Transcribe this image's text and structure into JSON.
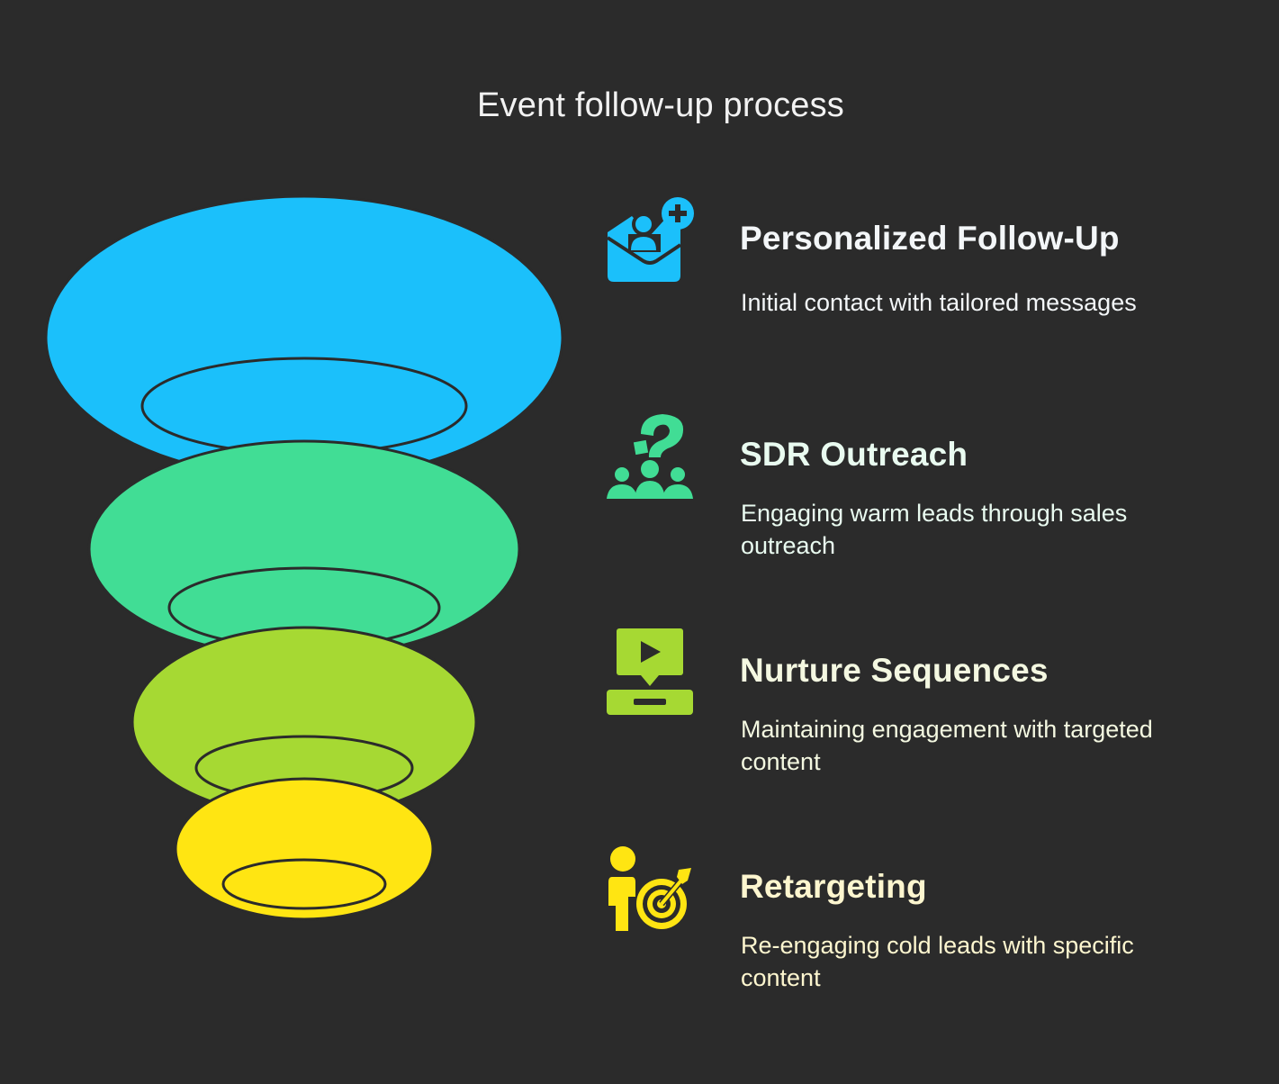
{
  "title": "Event follow-up process",
  "stages": [
    {
      "heading": "Personalized Follow-Up",
      "description": "Initial contact with tailored messages",
      "icon": "envelope-user-plus-icon",
      "color": "#1bc0fb",
      "text_color": "#f3f6f8"
    },
    {
      "heading": "SDR Outreach",
      "description": "Engaging warm leads through sales outreach",
      "icon": "group-question-icon",
      "color": "#41dd95",
      "text_color": "#e9fbf0"
    },
    {
      "heading": "Nurture Sequences",
      "description": "Maintaining engagement with targeted content",
      "icon": "video-laptop-icon",
      "color": "#a6d933",
      "text_color": "#f4f8e1"
    },
    {
      "heading": "Retargeting",
      "description": "Re-engaging cold leads with specific content",
      "icon": "person-target-icon",
      "color": "#ffe512",
      "text_color": "#fdf6cf"
    }
  ],
  "outline_color": "#2b2b2b"
}
